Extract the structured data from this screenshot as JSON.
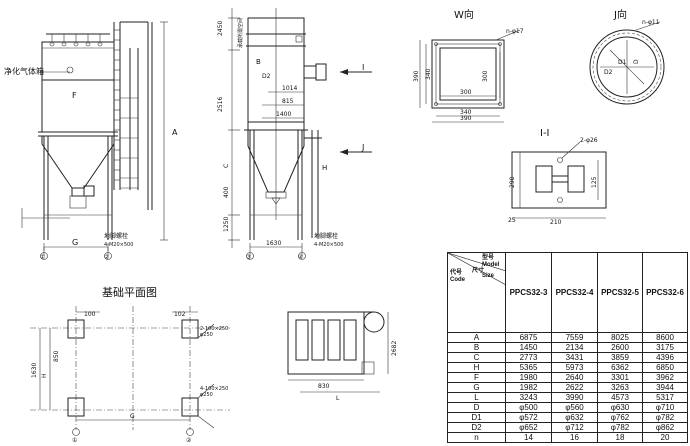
{
  "views": {
    "w_view_title": "W向",
    "j_view_title": "J向",
    "section_title": "I-I",
    "foundation_title": "基础平面图"
  },
  "labels": {
    "clean_gas_box": "净化气体箱",
    "stage_label_f": "F",
    "col_a": "A",
    "col_b": "B",
    "col_c": "C",
    "col_g": "G",
    "col_h": "H",
    "col_l": "L",
    "col_i": "I",
    "col_j": "J",
    "circ1": "①",
    "circ2": "②",
    "circ3": "③",
    "circ4": "④",
    "anchor_bolt": "地脚螺栓",
    "bolt_spec1": "4-M20×500",
    "bolt_spec2": "4-M20×500",
    "aux_platform": "承载所需空间",
    "dim_2450": "2450",
    "dim_2516": "2516",
    "dim_1014": "1014",
    "dim_815": "815",
    "dim_1400": "1400",
    "dim_1630": "1630",
    "dim_1250": "1250",
    "dim_400": "400",
    "dim_d": "D",
    "dim_d1": "D1",
    "dim_d2": "D2",
    "w_n_holes": "n-φ17",
    "w_390a": "390",
    "w_340": "340",
    "w_300a": "300",
    "w_300b": "300",
    "w_340b": "340",
    "w_390b": "390",
    "j_n_holes": "n-φ11",
    "s_2_phi26": "2-φ26",
    "s_290": "290",
    "s_125": "125",
    "s_25": "25",
    "s_210": "210",
    "f_100": "100",
    "f_102": "102",
    "f_850": "850",
    "f_1630": "1630",
    "f_2_400": "2-100×250",
    "f_2_400b": "φ250",
    "f_4_400": "4-100×250",
    "f_4_400b": "φ250",
    "f_g": "G",
    "f_h": "H",
    "side_2682": "2682",
    "side_l": "L",
    "side_dim": "830"
  },
  "table": {
    "header_model": "型号",
    "header_model_en": "Model",
    "header_size": "尺寸",
    "header_size_en": "Size",
    "header_code": "代号",
    "header_code_en": "Code",
    "models": [
      "PPCS32-3",
      "PPCS32-4",
      "PPCS32-5",
      "PPCS32-6"
    ],
    "rows": [
      {
        "code": "A",
        "values": [
          "6875",
          "7559",
          "8025",
          "8600"
        ]
      },
      {
        "code": "B",
        "values": [
          "1450",
          "2134",
          "2600",
          "3175"
        ]
      },
      {
        "code": "C",
        "values": [
          "2773",
          "3431",
          "3859",
          "4396"
        ]
      },
      {
        "code": "H",
        "values": [
          "5365",
          "5973",
          "6362",
          "6850"
        ]
      },
      {
        "code": "F",
        "values": [
          "1980",
          "2640",
          "3301",
          "3962"
        ]
      },
      {
        "code": "G",
        "values": [
          "1982",
          "2622",
          "3263",
          "3944"
        ]
      },
      {
        "code": "L",
        "values": [
          "3243",
          "3990",
          "4573",
          "5317"
        ]
      },
      {
        "code": "D",
        "values": [
          "φ500",
          "φ560",
          "φ630",
          "φ710"
        ]
      },
      {
        "code": "D1",
        "values": [
          "φ572",
          "φ632",
          "φ762",
          "φ782"
        ]
      },
      {
        "code": "D2",
        "values": [
          "φ652",
          "φ712",
          "φ782",
          "φ862"
        ]
      },
      {
        "code": "n",
        "values": [
          "14",
          "16",
          "18",
          "20"
        ]
      }
    ]
  }
}
